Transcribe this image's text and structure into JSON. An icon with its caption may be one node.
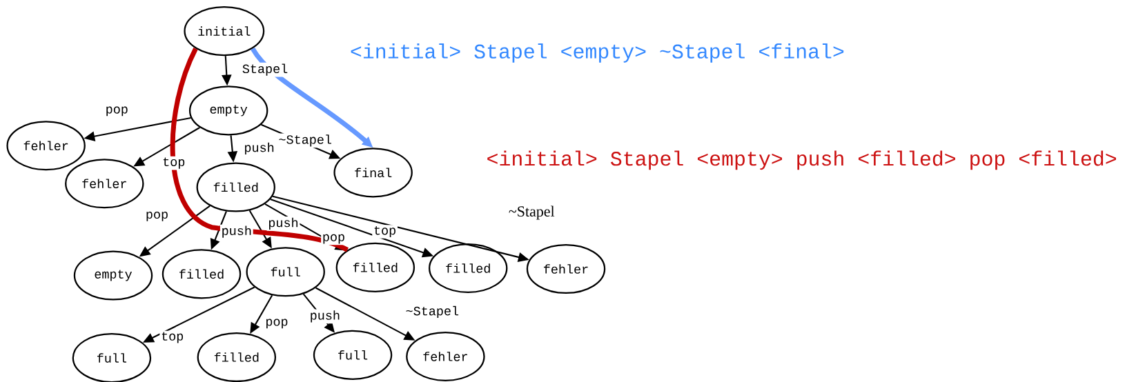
{
  "diagram": {
    "nodes": [
      {
        "text": [
          "initial"
        ]
      },
      {
        "text": [
          "empty"
        ]
      },
      {
        "text": [
          "fehler"
        ]
      },
      {
        "text": [
          "fehler"
        ]
      },
      {
        "text": [
          "filled"
        ]
      },
      {
        "text": [
          "final"
        ]
      },
      {
        "text": [
          "empty"
        ]
      },
      {
        "text": [
          "filled"
        ]
      },
      {
        "text": [
          "full"
        ]
      },
      {
        "text": [
          "filled"
        ]
      },
      {
        "text": [
          "filled"
        ]
      },
      {
        "text": [
          "fehler"
        ]
      },
      {
        "text": [
          "full"
        ]
      },
      {
        "text": [
          "filled"
        ]
      },
      {
        "text": [
          "full"
        ]
      },
      {
        "text": [
          "fehler"
        ]
      }
    ],
    "edges": [
      {
        "from": 0,
        "to": 1,
        "arrow": "to",
        "label": "Stapel"
      },
      {
        "from": 1,
        "to": 2,
        "arrow": "to",
        "label": "pop"
      },
      {
        "from": 1,
        "to": 3,
        "arrow": "to",
        "label": "top"
      },
      {
        "from": 1,
        "to": 4,
        "arrow": "to",
        "label": "push"
      },
      {
        "from": 1,
        "to": 5,
        "arrow": "to",
        "label": "~Stapel"
      },
      {
        "from": 4,
        "to": 6,
        "arrow": "to",
        "label": "pop"
      },
      {
        "from": 4,
        "to": 7,
        "arrow": "to",
        "label": "push"
      },
      {
        "from": 4,
        "to": 8,
        "arrow": "to",
        "label": "push"
      },
      {
        "from": 4,
        "to": 9,
        "arrow": "to",
        "label": "pop"
      },
      {
        "from": 4,
        "to": 10,
        "arrow": "to",
        "label": "top"
      },
      {
        "from": 4,
        "to": 11,
        "arrow": "to",
        "label": "~Stapel"
      },
      {
        "from": 8,
        "to": 12,
        "arrow": "to",
        "label": "top"
      },
      {
        "from": 8,
        "to": 13,
        "arrow": "to",
        "label": "pop"
      },
      {
        "from": 8,
        "to": 14,
        "arrow": "to",
        "label": "push"
      },
      {
        "from": 8,
        "to": 15,
        "arrow": "to",
        "label": "~Stapel"
      },
      {
        "from": 0,
        "to": 5,
        "arrow": "to",
        "style": "thick",
        "color": "#6699ff"
      },
      {
        "from": 0,
        "to": 9,
        "arrow": "none",
        "style": "thick",
        "color": "#c00000"
      }
    ],
    "labels": [
      "<initial> Stapel <empty> ~Stapel <final>",
      "<initial> Stapel <empty> push <filled> pop <filled>"
    ]
  }
}
